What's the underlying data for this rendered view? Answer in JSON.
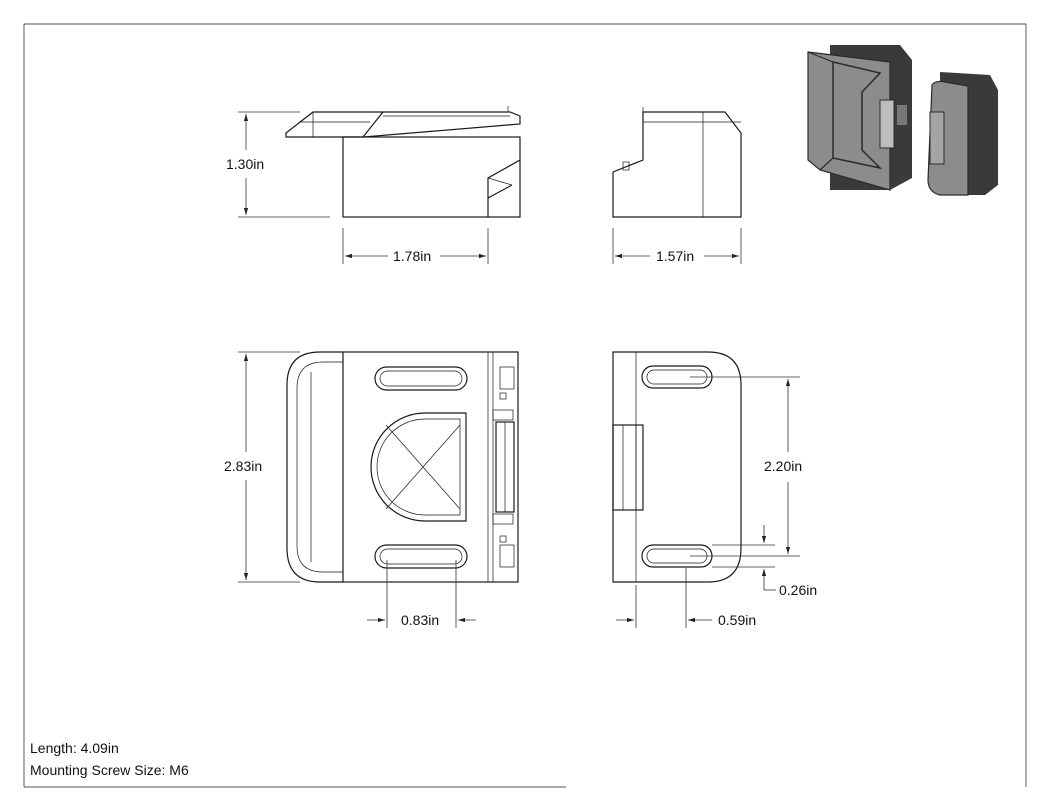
{
  "dimensions": {
    "front_height": "1.30in",
    "front_width": "1.78in",
    "side_width": "1.57in",
    "overall_height": "2.83in",
    "slot_spacing": "0.83in",
    "hole_spacing": "2.20in",
    "slot_height": "0.26in",
    "slot_offset": "0.59in"
  },
  "notes": {
    "length": "Length: 4.09in",
    "mounting_screw": "Mounting Screw Size: M6"
  },
  "colors": {
    "line": "#1a1a1a",
    "render_dark": "#3a3a3a",
    "render_mid": "#8c8c8c"
  }
}
